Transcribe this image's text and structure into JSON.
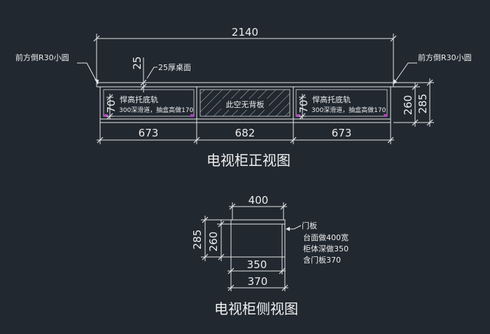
{
  "front_view": {
    "title": "电视柜正视图",
    "overall_width": "2140",
    "desk_thickness_value": "25",
    "desk_label": "25厚桌面",
    "corner_left": "前方倒R30小圆",
    "corner_right": "前方倒R30小圆",
    "left_drawer": {
      "height_value": "70",
      "line1": "悍高托底轨",
      "line2": "300深滑道，抽盒高做170"
    },
    "right_drawer": {
      "height_value": "70",
      "line1": "悍高托底轨",
      "line2": "300深滑道，抽盒高做170"
    },
    "middle_label": "此空无背板",
    "bottom_dims": [
      "673",
      "682",
      "673"
    ],
    "right_dims": [
      "260",
      "285"
    ]
  },
  "side_view": {
    "title": "电视柜侧视图",
    "top_dim": "400",
    "left_dims": [
      "285",
      "260"
    ],
    "bottom_dims": [
      "350",
      "370"
    ],
    "door_label": "门板",
    "notes": [
      "台面做400宽",
      "柜体深做350",
      "含门板370"
    ]
  },
  "colors": {
    "background": "#212830",
    "lines": "#e6e6e6",
    "slide_marker": "#b040c0"
  }
}
